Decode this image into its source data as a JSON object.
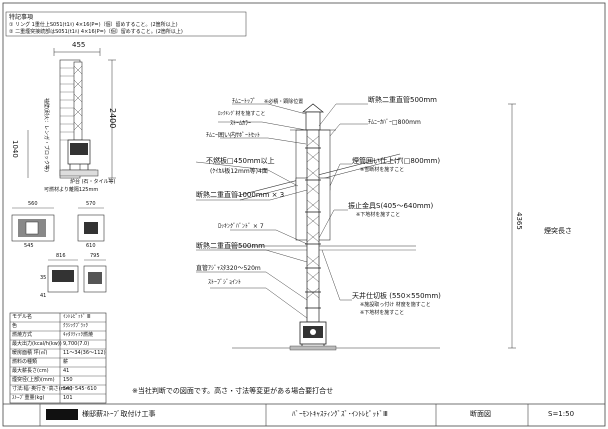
{
  "notes": {
    "title": "特記事項",
    "line1": "① リング 1重仕上S051(t1ﾊ) 4×16(P=)〔個〕留めすること。(2箇所以上)",
    "line2": "② 二重煙突接続部はS051(t1ﾊ) 4×16(P=)〔個〕留めすること。(2箇所以上)"
  },
  "side_view": {
    "dim_top": "455",
    "dim_height": "2400",
    "dim_1040": "1040",
    "wall_label": "袖壁(耐火：レンガ・ブロック等)",
    "hearth_label": "炉台 (石・タイル等)",
    "note": "可燃材より離隔125mm"
  },
  "plan_views": {
    "dims": [
      "560",
      "570",
      "545",
      "610",
      "816",
      "795",
      "35",
      "41"
    ]
  },
  "spec_table": {
    "rows": [
      {
        "label": "モデル名",
        "value": "ｲﾝﾄﾚﾋﾟｯﾄﾞ Ⅲ"
      },
      {
        "label": "色",
        "value": "ｸﾗｼｯｸﾌﾞﾗｯｸ"
      },
      {
        "label": "燃焼方式",
        "value": "ｷｬﾀﾘﾃｨｯｸ燃焼"
      },
      {
        "label": "最大出力(kcal/h(kw))",
        "value": "9,700(7.0)"
      },
      {
        "label": "暖房面積 坪(㎡)",
        "value": "11〜34(36〜112)"
      },
      {
        "label": "燃料の種類",
        "value": "薪"
      },
      {
        "label": "最大薪長さ(cm)",
        "value": "41"
      },
      {
        "label": "煙突径(上部)(mm)",
        "value": "150"
      },
      {
        "label": "寸法:幅･奥行き･高さ(mm)",
        "value": "540･545･610"
      },
      {
        "label": "ｽﾄｰﾌﾞ重量(kg)",
        "value": "101"
      }
    ]
  },
  "labels_left": {
    "chimney_top": "ﾁﾑﾆｰﾄｯﾌﾟ",
    "chimney_top_note": "※必積・顕除位置",
    "lock_note": "ﾛｯｸｷﾝｸﾞ材を施すこと",
    "storm_collar": "ｽﾄｰﾑｶﾗｰ",
    "chimney_box": "ﾁﾑﾆｰ囲い内ｻﾎﾟｰﾄｾｯﾄ",
    "incomb": "不燃板□450mm以上",
    "incomb2": "(ｹｲｶﾙ板12mm等)4面",
    "pipe1000": "断熱二重直管1000mm × 3",
    "locking_band": "ﾛｯｷﾝｸﾞﾊﾞﾝﾄﾞ × 7",
    "pipe500b": "断熱二重直管500mm",
    "adjust": "直管ｱｼﾞｬｽﾀ320〜520m",
    "stove_joint": "ｽﾄｰﾌﾞｼﾞｮｲﾝﾄ"
  },
  "labels_right": {
    "pipe500": "断熱二重直管500mm",
    "chimney_cover": "ﾁﾑﾆｰｶﾊﾞｰ□800mm",
    "finish": "煙筒囲い仕上げ(□800mm)",
    "finish_note": "※雪断材を施すこと",
    "bracket": "振止金具S(405〜640mm)",
    "bracket_note": "※下地材を施すこと",
    "total_len": "煙突長さ",
    "total_dim": "4365",
    "ceiling": "天井仕切板 (550×550mm)",
    "ceiling_note1": "※施設取っ付け 材度を施すこと",
    "ceiling_note2": "※下地材を施すこと"
  },
  "disclaimer": "※当社判断での図面です。高さ・寸法等変更がある場合要打合せ",
  "title_block": {
    "project": "様邸薪ｽﾄｰﾌﾞ取付け工事",
    "product": "ﾊﾞｰﾓﾝﾄｷｬｽﾃｨﾝｸﾞｽﾞ･ｲﾝﾄﾚﾋﾟｯﾄﾞⅢ",
    "drawing": "断面図",
    "scale": "S=1:50"
  }
}
